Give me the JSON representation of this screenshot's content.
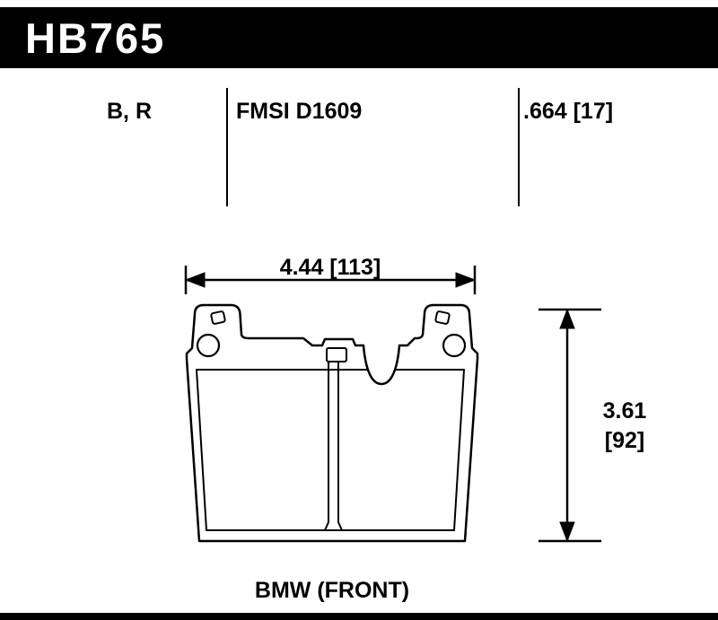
{
  "banner": {
    "part_number": "HB765"
  },
  "specs": {
    "compound": "B, R",
    "fmsi": "FMSI D1609",
    "thickness": ".664 [17]"
  },
  "drawing": {
    "width_dim": "4.44 [113]",
    "height_dim_value": "3.61",
    "height_dim_bracket": "[92]",
    "application": "BMW (FRONT)"
  },
  "colors": {
    "ink": "#000000",
    "background": "#ffffff"
  }
}
